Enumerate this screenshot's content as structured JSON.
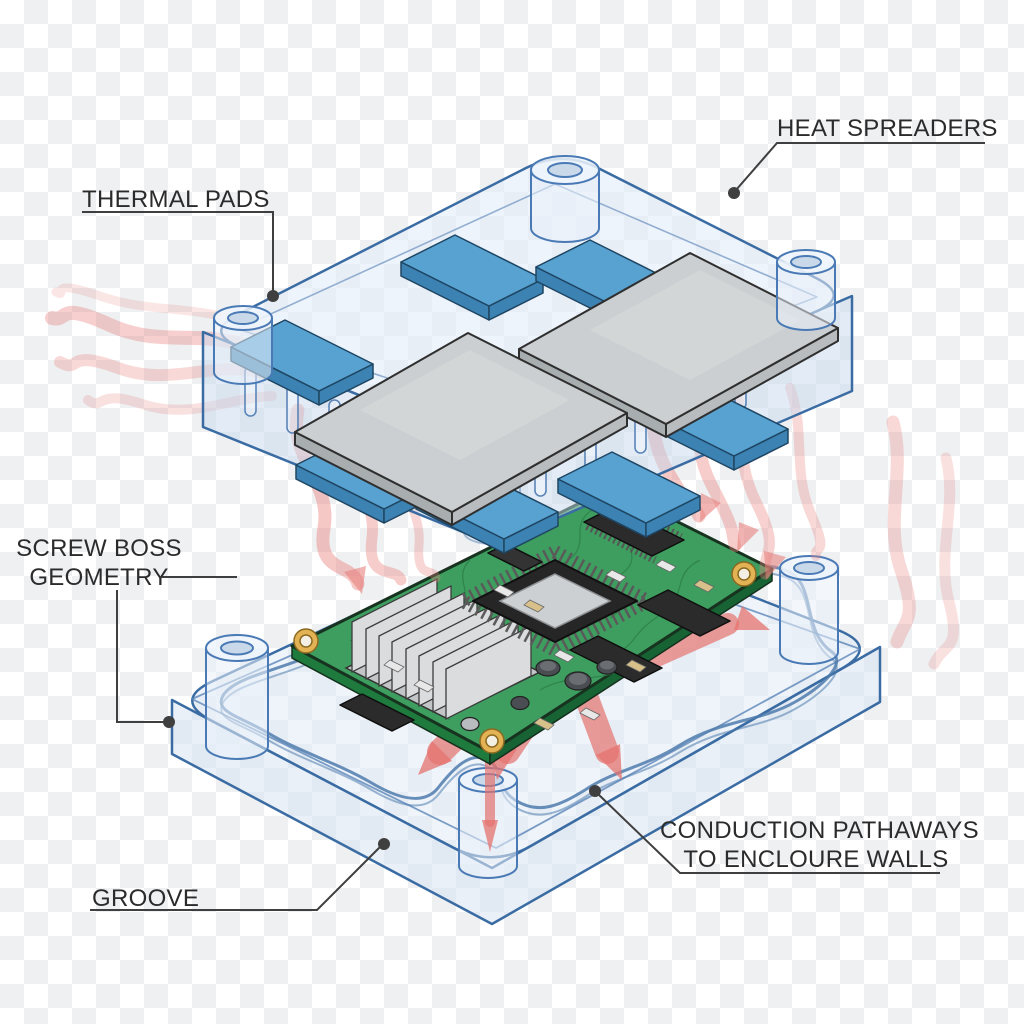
{
  "labels": {
    "thermal_pads": "THERMAL PADS",
    "heat_spreaders": "HEAT SPREADERS",
    "screw_boss_geometry": [
      "SCREW BOSS",
      "GEOMETRY"
    ],
    "groove": "GROOVE",
    "conduction_pathways": [
      "CONDUCTION PATHAWAYS",
      "TO ENCLOURE WALLS"
    ]
  },
  "colors": {
    "enclosure_outline": "#3a6ca3",
    "enclosure_fill": "#e3edf8",
    "enclosure_wall_fill": "#c8d9ee",
    "thermal_pad_top": "#58a2d2",
    "thermal_pad_side": "#3c82b2",
    "heat_spreader_top": "#cbcfd1",
    "pcb_green": "#3e9e5f",
    "heat_arrow": "#e5736f",
    "heat_ribbon": "#e8827e",
    "gold_pad": "#e2b254",
    "label_text": "#2b2b2b",
    "leader_line": "#3f3f3f",
    "checker_light": "#ffffff",
    "checker_dark": "#eef0f2"
  }
}
